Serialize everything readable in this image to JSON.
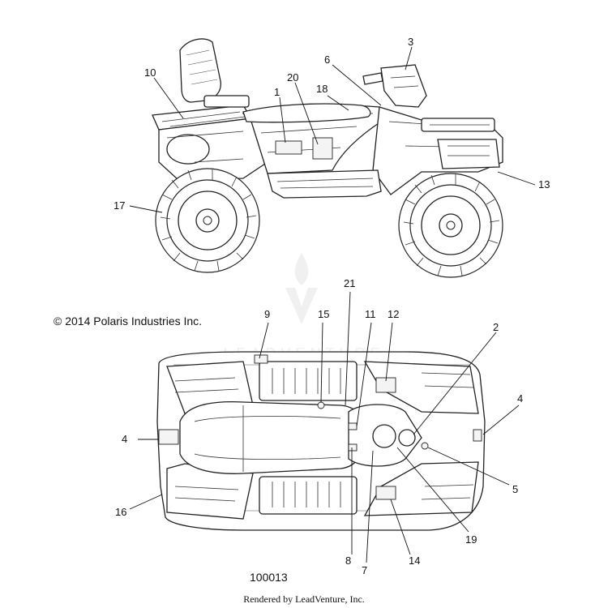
{
  "copyright": "© 2014 Polaris Industries Inc.",
  "diagram_number": "100013",
  "rendered_by": "Rendered by LeadVenture, Inc.",
  "watermark": "LEADVENTURE",
  "callouts": {
    "c1": "1",
    "c2": "2",
    "c3": "3",
    "c4a": "4",
    "c4b": "4",
    "c5": "5",
    "c6": "6",
    "c7": "7",
    "c8": "8",
    "c9": "9",
    "c10": "10",
    "c11": "11",
    "c12": "12",
    "c13": "13",
    "c14": "14",
    "c15": "15",
    "c16": "16",
    "c17": "17",
    "c18": "18",
    "c19": "19",
    "c20": "20",
    "c21": "21"
  }
}
